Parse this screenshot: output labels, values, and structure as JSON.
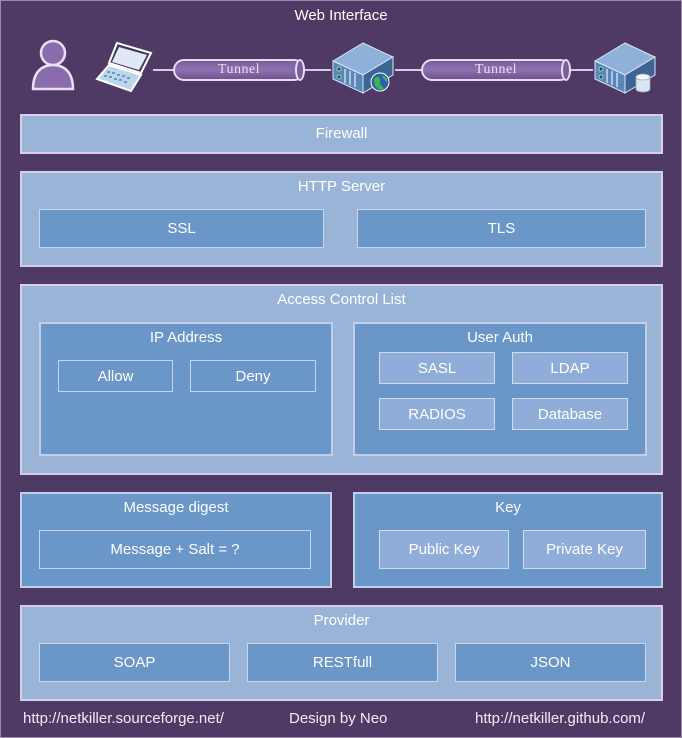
{
  "title": "Web Interface",
  "topology": {
    "nodes": [
      {
        "icon": "user-icon",
        "label": "User"
      },
      {
        "icon": "laptop-icon",
        "label": "Laptop"
      },
      {
        "icon": "web-server-icon",
        "label": "Web Server"
      },
      {
        "icon": "database-server-icon",
        "label": "Database Server"
      }
    ],
    "tunnels": [
      {
        "label": "Tunnel"
      },
      {
        "label": "Tunnel"
      }
    ]
  },
  "firewall": {
    "label": "Firewall"
  },
  "http_server": {
    "label": "HTTP Server",
    "items": [
      {
        "label": "SSL"
      },
      {
        "label": "TLS"
      }
    ]
  },
  "acl": {
    "label": "Access Control List",
    "ip_address": {
      "label": "IP Address",
      "items": [
        {
          "label": "Allow"
        },
        {
          "label": "Deny"
        }
      ]
    },
    "user_auth": {
      "label": "User Auth",
      "items": [
        {
          "label": "SASL"
        },
        {
          "label": "LDAP"
        },
        {
          "label": "RADIOS"
        },
        {
          "label": "Database"
        }
      ]
    }
  },
  "message_digest": {
    "label": "Message digest",
    "formula": "Message + Salt = ?"
  },
  "key": {
    "label": "Key",
    "items": [
      {
        "label": "Public Key"
      },
      {
        "label": "Private Key"
      }
    ]
  },
  "provider": {
    "label": "Provider",
    "items": [
      {
        "label": "SOAP"
      },
      {
        "label": "RESTfull"
      },
      {
        "label": "JSON"
      }
    ]
  },
  "footer": {
    "left": "http://netkiller.sourceforge.net/",
    "center": "Design by Neo",
    "right": "http://netkiller.github.com/"
  },
  "colors": {
    "background": "#4e3a64",
    "outer_box": "#9ab4d8",
    "inner_box": "#6b96c8",
    "border": "#d8cdea"
  }
}
